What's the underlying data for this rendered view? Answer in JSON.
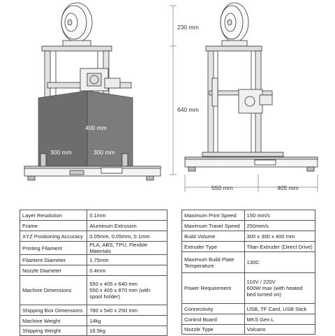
{
  "dimensions": {
    "spool_height": "230 mm",
    "frame_height": "640 mm",
    "build_height": "400 mm",
    "build_x": "300 mm",
    "build_y": "300 mm",
    "depth": "550 mm",
    "width": "405 mm"
  },
  "specs_left": [
    {
      "label": "Layer Resolution",
      "value": [
        "0.1mm"
      ]
    },
    {
      "label": "Frame",
      "value": [
        "Aluminum Extrusion"
      ]
    },
    {
      "label": "XYZ Positioning Accuracy",
      "value": [
        "0.05mm, 0.05mm, 0.1mm"
      ]
    },
    {
      "label": "Printing Filament",
      "value": [
        "PLA, ABS, TPU, Flexible Materials"
      ]
    },
    {
      "label": "Filament Diameter",
      "value": [
        "1.75mm"
      ]
    },
    {
      "label": "Nozzle Diameter",
      "value": [
        "0.4mm"
      ]
    },
    {
      "label": "Machine Dimensions",
      "value": [
        "550 x 405 x 640 mm",
        "550 x 405 x 870 mm (with",
        "spool holder)"
      ]
    },
    {
      "label": "Shipping Box Dimensions",
      "value": [
        "780 x 540 x 250 mm"
      ]
    },
    {
      "label": "Machine Weight",
      "value": [
        "14kg"
      ]
    },
    {
      "label": "Shipping Weight",
      "value": [
        "16.5kg"
      ]
    }
  ],
  "specs_right": [
    {
      "label": "Maximum Print Speed",
      "value": [
        "150 mm/s"
      ]
    },
    {
      "label": "Maximum Travel Speed",
      "value": [
        "250mm/s"
      ]
    },
    {
      "label": "Build Volume",
      "value": [
        "300 x 300 x 400 mm"
      ]
    },
    {
      "label": "Extruder Type",
      "value": [
        "Titan Extruder (Direct Drive)"
      ]
    },
    {
      "label": "Maximum Build Plate Temperature",
      "value": [
        "130C"
      ]
    },
    {
      "label": "Power Requirement",
      "value": [
        "110V / 220V",
        "600W max (with heated",
        "bed turned on)"
      ]
    },
    {
      "label": "Connectivity",
      "value": [
        "USB, TF Card, USB Stick"
      ]
    },
    {
      "label": "Control Board",
      "value": [
        "MKS Gen L"
      ]
    },
    {
      "label": "Nozzle Type",
      "value": [
        "Volcano"
      ]
    }
  ]
}
